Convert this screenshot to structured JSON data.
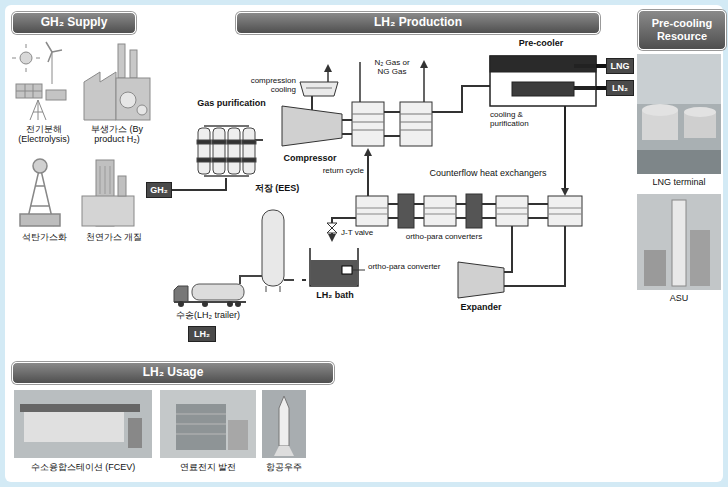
{
  "diagram": {
    "nodes": [
      {
        "text": [
          "GH₂ Supply"
        ]
      },
      {
        "text": [
          "LH₂ Production"
        ]
      },
      {
        "text": [
          "Pre-cooling Resource"
        ]
      },
      {
        "text": [
          "LH₂ Usage"
        ]
      },
      {
        "text": [
          "GH₂"
        ]
      },
      {
        "text": [
          "Gas purification"
        ]
      },
      {
        "text": [
          "Compressor"
        ]
      },
      {
        "text": [
          "Pre-cooler"
        ]
      },
      {
        "text": [
          "LNG"
        ]
      },
      {
        "text": [
          "LN₂"
        ]
      },
      {
        "text": [
          "저장 (EES)"
        ]
      },
      {
        "text": [
          "LH₂ bath"
        ]
      },
      {
        "text": [
          "Expander"
        ]
      },
      {
        "text": [
          "LH₂"
        ]
      }
    ],
    "edges": [
      {
        "from": 4,
        "to": 5,
        "arrow": "none"
      },
      {
        "from": 8,
        "to": 7,
        "arrow": "none"
      },
      {
        "from": 9,
        "to": 7,
        "arrow": "none"
      },
      {
        "from": 11,
        "to": 10,
        "arrow": "none"
      },
      {
        "from": 5,
        "to": 6,
        "arrow": "none"
      }
    ],
    "labels": [
      "전기분해 (Electrolysis)",
      "부생가스 (By product H₂)",
      "석탄가스화",
      "천연가스 개질",
      "compression cooling",
      "N₂ Gas or NG Gas",
      "cooling & purification",
      "Counterflow heat exchangers",
      "return cycle",
      "J-T valve",
      "ortho-para converters",
      "ortho-para converter",
      "수송(LH₂ trailer)",
      "LNG terminal",
      "ASU",
      "수소융합스테이션 (FCEV)",
      "연료전지 발전",
      "항공우주"
    ]
  }
}
